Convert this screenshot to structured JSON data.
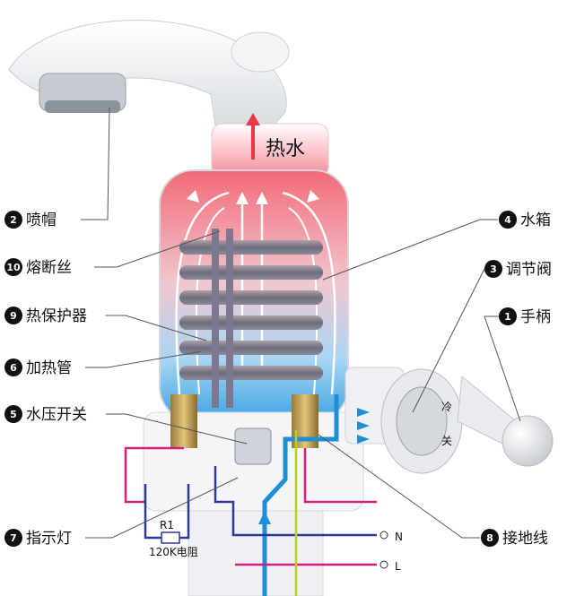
{
  "hot_water_label": "热水",
  "parts": [
    {
      "num": "2",
      "name": "喷帽"
    },
    {
      "num": "10",
      "name": "熔断丝"
    },
    {
      "num": "9",
      "name": "热保护器"
    },
    {
      "num": "6",
      "name": "加热管"
    },
    {
      "num": "5",
      "name": "水压开关"
    },
    {
      "num": "7",
      "name": "指示灯"
    },
    {
      "num": "4",
      "name": "水箱"
    },
    {
      "num": "3",
      "name": "调节阀"
    },
    {
      "num": "1",
      "name": "手柄"
    },
    {
      "num": "8",
      "name": "接地线"
    }
  ],
  "resistor": {
    "ref": "R1",
    "value": "120K电阻"
  },
  "terminals": {
    "neutral": "N",
    "live": "L"
  },
  "knob": {
    "cold": "冷",
    "off": "关"
  },
  "colors": {
    "hot": "#e8394a",
    "cold": "#1e8fd6",
    "wire_neutral": "#2a3a9c",
    "wire_live": "#d4207a",
    "wire_ground": "#b8d020",
    "badge": "#111111"
  }
}
